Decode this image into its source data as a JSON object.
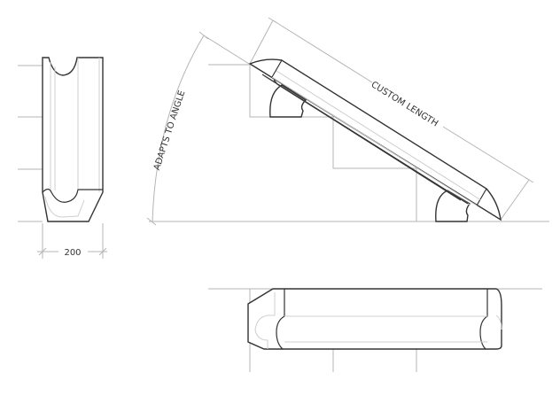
{
  "labels": {
    "width_dimension": "200",
    "angle_annotation": "ADAPTS TO ANGLE",
    "length_annotation": "CUSTOM LENGTH"
  },
  "colors": {
    "outline": "#333333",
    "construction_lines": "#b5b5b5"
  }
}
